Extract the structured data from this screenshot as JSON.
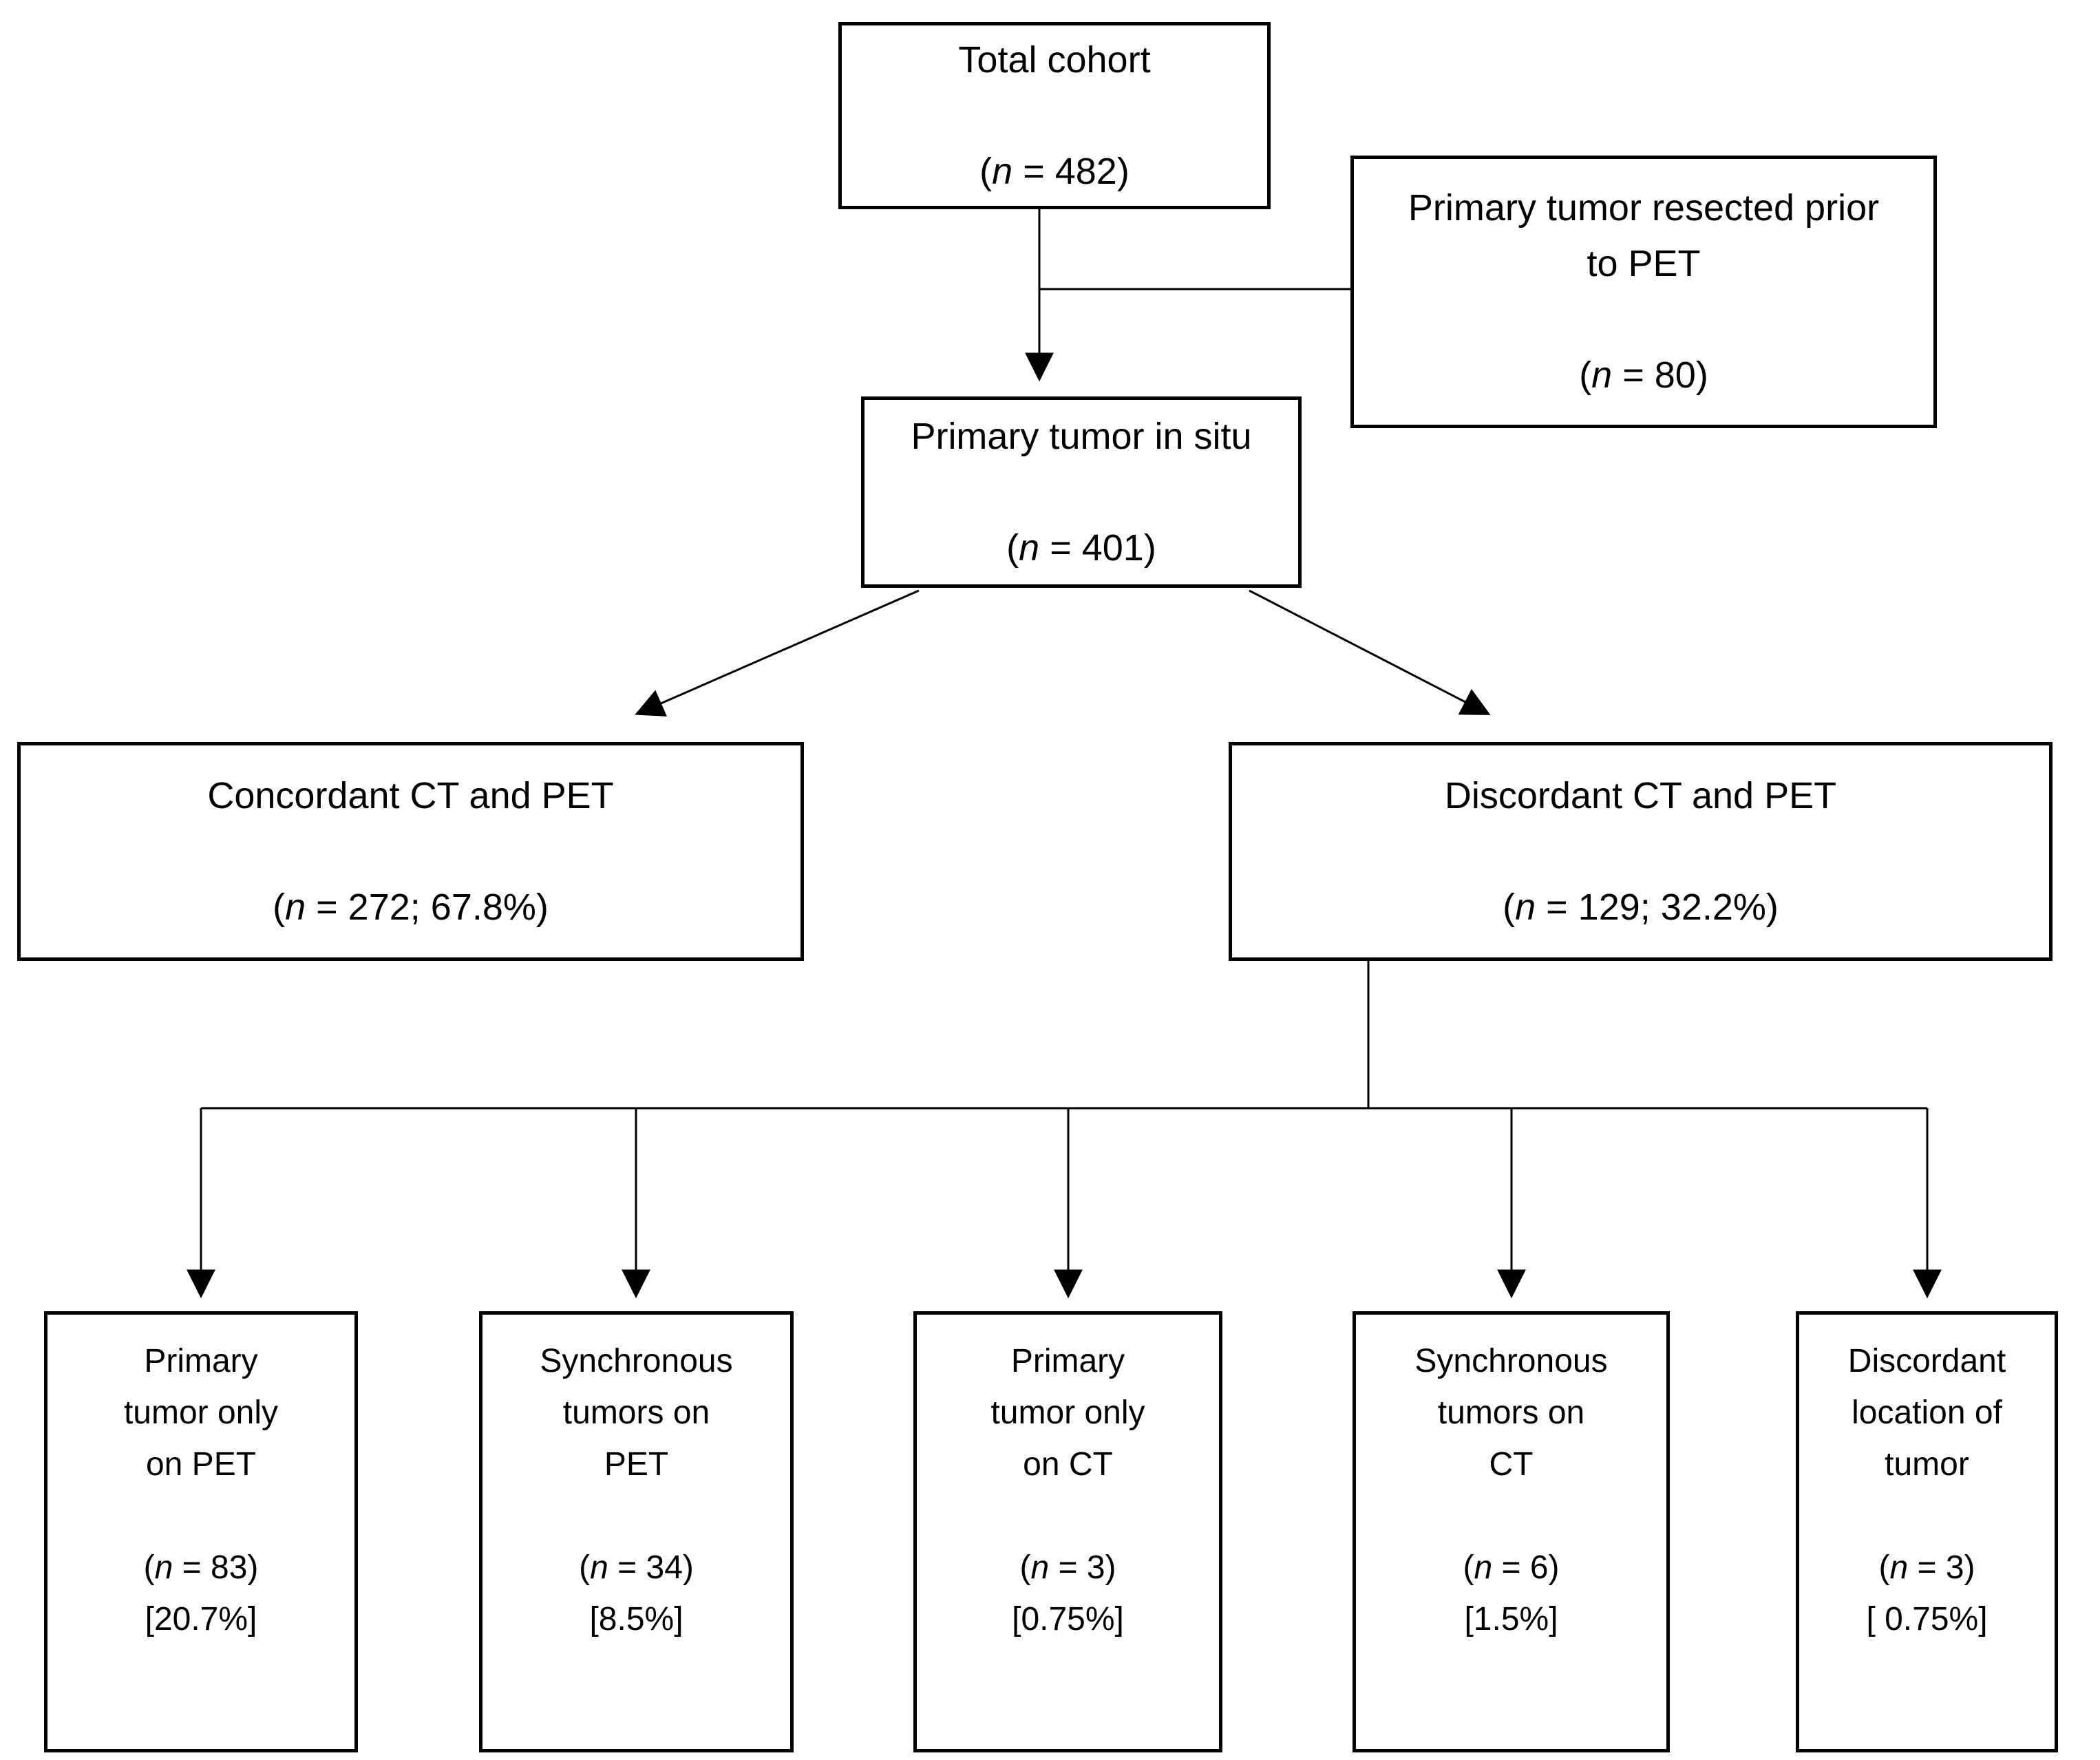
{
  "figure": {
    "type": "cohort-flow-diagram",
    "background_color": "#ffffff",
    "line_color": "#000000",
    "text_color": "#000000"
  },
  "boxes": [
    {
      "id": "total-cohort",
      "lines": [
        "Total cohort",
        "",
        "(n = 482)"
      ]
    },
    {
      "id": "resected-prior-to-pet",
      "lines": [
        "Primary tumor resected prior",
        "to PET",
        "",
        "(n = 80)"
      ]
    },
    {
      "id": "primary-tumor-in-situ",
      "lines": [
        "Primary tumor in situ",
        "",
        "(n = 401)"
      ]
    },
    {
      "id": "concordant-ct-and-pet",
      "lines": [
        "Concordant CT and PET",
        "",
        "(n = 272; 67.8%)"
      ]
    },
    {
      "id": "discordant-ct-and-pet",
      "lines": [
        "Discordant CT and PET",
        "",
        "(n = 129; 32.2%)"
      ]
    },
    {
      "id": "primary-tumor-only-on-pet",
      "lines": [
        "Primary",
        "tumor only",
        "on PET",
        "",
        "(n = 83)",
        "[20.7%]"
      ]
    },
    {
      "id": "synchronous-tumors-on-pet",
      "lines": [
        "Synchronous",
        "tumors on",
        "PET",
        "",
        "(n = 34)",
        "[8.5%]"
      ]
    },
    {
      "id": "primary-tumor-only-on-ct",
      "lines": [
        "Primary",
        "tumor only",
        "on CT",
        "",
        "(n = 3)",
        "[0.75%]"
      ]
    },
    {
      "id": "synchronous-tumors-on-ct",
      "lines": [
        "Synchronous",
        "tumors on",
        "CT",
        "",
        "(n = 6)",
        "[1.5%]"
      ]
    },
    {
      "id": "discordant-location-of-tumor",
      "lines": [
        "Discordant",
        "location of",
        "tumor",
        "",
        "(n = 3)",
        "[ 0.75%]"
      ]
    }
  ],
  "edges": [
    {
      "from": "total-cohort",
      "to": "primary-tumor-in-situ",
      "arrow": true
    },
    {
      "from": "total-cohort",
      "to": "resected-prior-to-pet",
      "arrow": false
    },
    {
      "from": "primary-tumor-in-situ",
      "to": "concordant-ct-and-pet",
      "arrow": true
    },
    {
      "from": "primary-tumor-in-situ",
      "to": "discordant-ct-and-pet",
      "arrow": true
    },
    {
      "from": "discordant-ct-and-pet",
      "to": "primary-tumor-only-on-pet",
      "arrow": true
    },
    {
      "from": "discordant-ct-and-pet",
      "to": "synchronous-tumors-on-pet",
      "arrow": true
    },
    {
      "from": "discordant-ct-and-pet",
      "to": "primary-tumor-only-on-ct",
      "arrow": true
    },
    {
      "from": "discordant-ct-and-pet",
      "to": "synchronous-tumors-on-ct",
      "arrow": true
    },
    {
      "from": "discordant-ct-and-pet",
      "to": "discordant-location-of-tumor",
      "arrow": true
    }
  ]
}
